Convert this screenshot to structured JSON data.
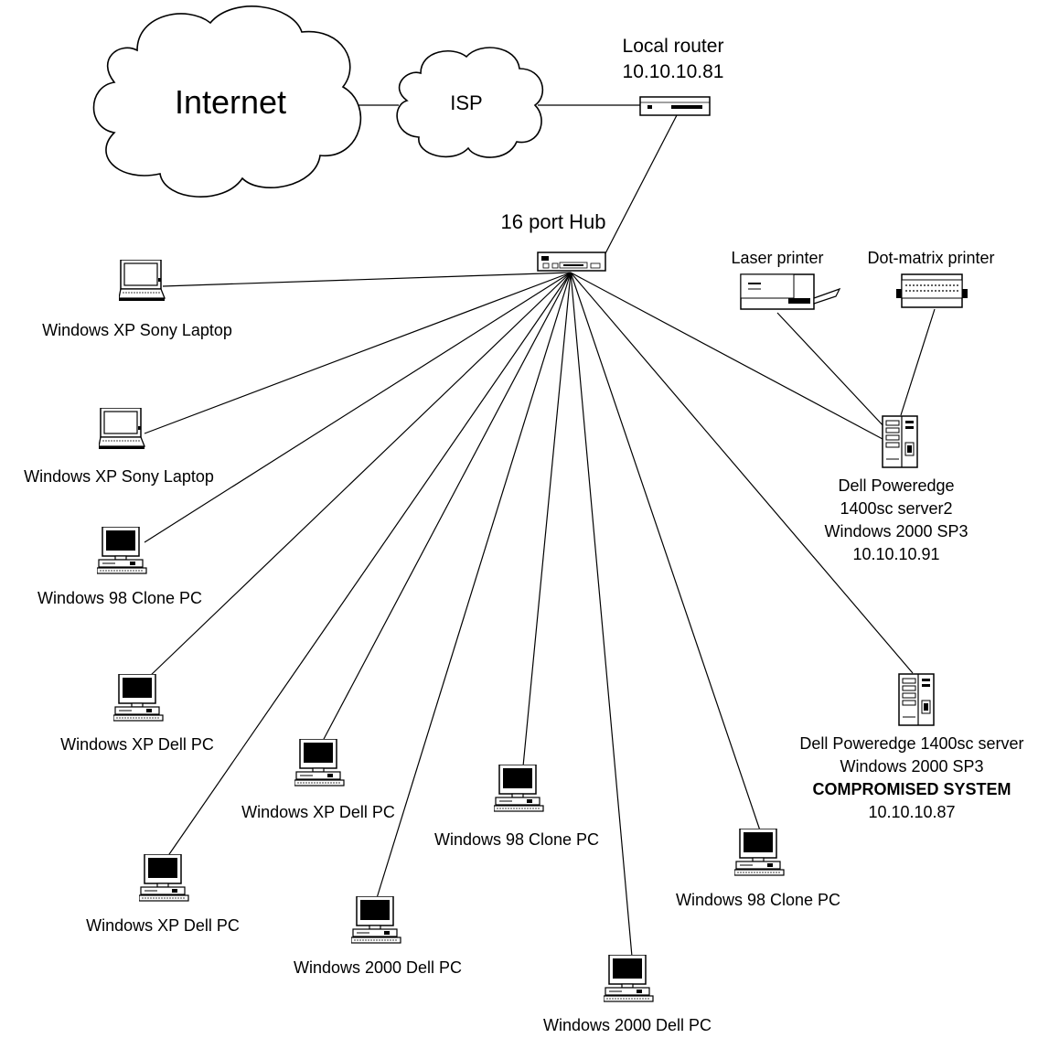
{
  "clouds": {
    "internet": "Internet",
    "isp": "ISP"
  },
  "router": {
    "name": "Local router",
    "ip": "10.10.10.81"
  },
  "hub": {
    "name": "16 port Hub"
  },
  "printers": {
    "laser": "Laser printer",
    "dotmatrix": "Dot-matrix printer"
  },
  "server2": {
    "line1": "Dell Poweredge",
    "line2": "1400sc server2",
    "line3": "Windows 2000 SP3",
    "line4": "10.10.10.91"
  },
  "server_compromised": {
    "line1": "Dell Poweredge 1400sc server",
    "line2": "Windows 2000 SP3",
    "line3": "COMPROMISED SYSTEM",
    "line4": "10.10.10.87"
  },
  "clients": [
    {
      "label": "Windows XP Sony Laptop",
      "icon": "laptop-icon"
    },
    {
      "label": "Windows XP Sony Laptop",
      "icon": "laptop-icon"
    },
    {
      "label": "Windows 98 Clone PC",
      "icon": "desktop-pc-icon"
    },
    {
      "label": "Windows XP Dell PC",
      "icon": "desktop-pc-icon"
    },
    {
      "label": "Windows XP Dell PC",
      "icon": "desktop-pc-icon"
    },
    {
      "label": "Windows XP Dell PC",
      "icon": "desktop-pc-icon"
    },
    {
      "label": "Windows 98 Clone PC",
      "icon": "desktop-pc-icon"
    },
    {
      "label": "Windows 2000 Dell  PC",
      "icon": "desktop-pc-icon"
    },
    {
      "label": "Windows 2000 Dell PC",
      "icon": "desktop-pc-icon"
    },
    {
      "label": "Windows 98 Clone PC",
      "icon": "desktop-pc-icon"
    }
  ]
}
